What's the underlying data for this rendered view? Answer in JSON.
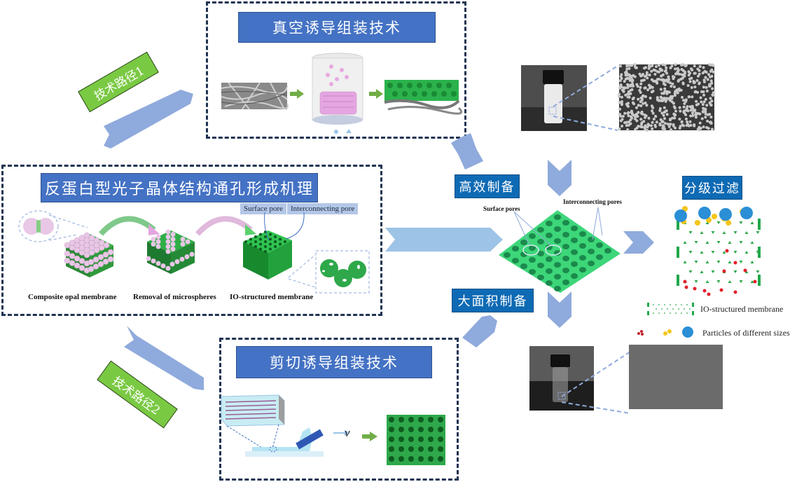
{
  "vacuum_section": {
    "title": "真空诱导组装技术",
    "steps": [
      "fiber-substrate",
      "vacuum-filtration-vessel",
      "io-membrane-on-substrate"
    ]
  },
  "route1": {
    "label": "技术路径1"
  },
  "route2": {
    "label": "技术路径2"
  },
  "mechanism_section": {
    "title": "反蛋白型光子晶体结构通孔形成机理",
    "pore_tags": [
      "Surface pore",
      "Interconnecting pore"
    ],
    "stage_labels": [
      "Composite opal membrane",
      "Removal of microspheres",
      "IO-structured membrane"
    ]
  },
  "shear_section": {
    "title": "剪切诱导组装技术",
    "velocity_symbol": "v"
  },
  "center": {
    "efficient_label": "高效制备",
    "large_area_label": "大面积制备",
    "surface_pores_label": "Surface pores",
    "interconnecting_pores_label": "Interconnecting pores"
  },
  "filtration": {
    "title": "分级过滤",
    "legend": [
      {
        "label": "IO-structured membrane"
      },
      {
        "label": "Particles of different sizes"
      }
    ]
  },
  "colors": {
    "title_blue": "#4472c4",
    "title_dark_blue": "#0e6ab4",
    "route_green": "#7ac943",
    "arrow_blue": "#8faadc",
    "arrow_light_blue": "#9dc3e6",
    "membrane_green": "#2ecc71",
    "dash_border": "#1f3353"
  }
}
